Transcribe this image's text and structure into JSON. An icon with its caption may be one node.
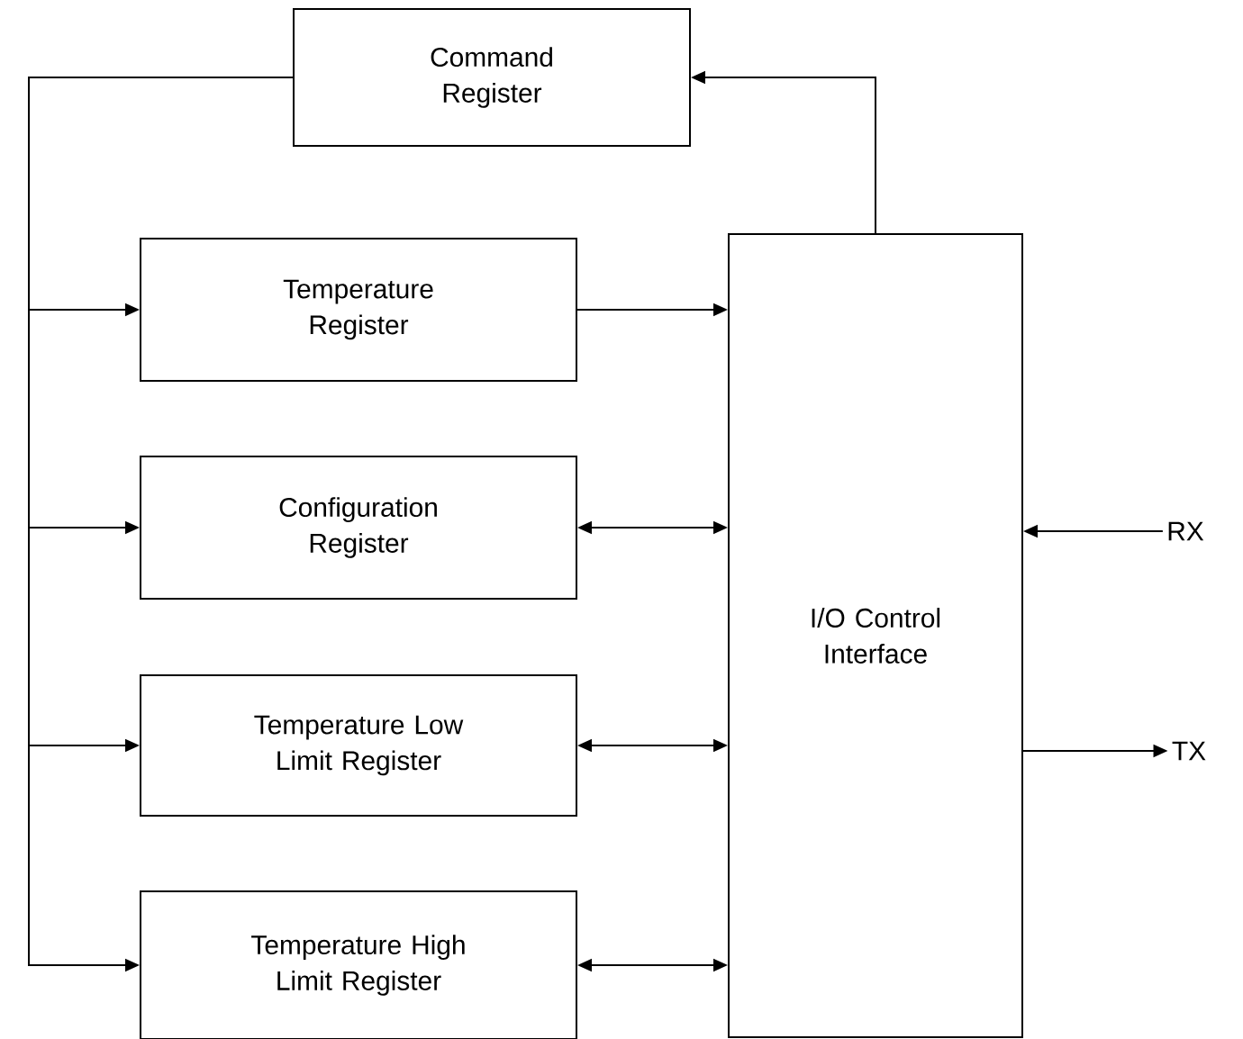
{
  "diagram": {
    "nodes": [
      {
        "text": [
          "Command Register"
        ]
      },
      {
        "text": [
          "Temperature Register"
        ]
      },
      {
        "text": [
          "Configuration Register"
        ]
      },
      {
        "text": [
          "Temperature Low Limit Register"
        ]
      },
      {
        "text": [
          "Temperature High Limit Register"
        ]
      },
      {
        "text": [
          "I/O Control Interface"
        ]
      },
      {
        "text": [
          "RX"
        ]
      },
      {
        "text": [
          "TX"
        ]
      }
    ],
    "edges": [
      {
        "from": 5,
        "to": 0,
        "arrow": "to"
      },
      {
        "from": 0,
        "to": 1,
        "arrow": "to"
      },
      {
        "from": 0,
        "to": 2,
        "arrow": "to"
      },
      {
        "from": 0,
        "to": 3,
        "arrow": "to"
      },
      {
        "from": 0,
        "to": 4,
        "arrow": "to"
      },
      {
        "from": 1,
        "to": 5,
        "arrow": "to"
      },
      {
        "from": 2,
        "to": 5,
        "arrow": "both"
      },
      {
        "from": 3,
        "to": 5,
        "arrow": "both"
      },
      {
        "from": 4,
        "to": 5,
        "arrow": "both"
      },
      {
        "from": 6,
        "to": 5,
        "arrow": "to"
      },
      {
        "from": 5,
        "to": 7,
        "arrow": "to"
      }
    ]
  }
}
